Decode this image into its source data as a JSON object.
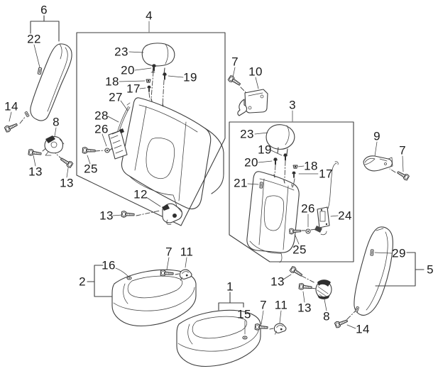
{
  "diagram": {
    "type": "exploded-parts-diagram",
    "colors": {
      "background": "#ffffff",
      "line": "#3d3d3d",
      "label": "#1b1b1b"
    },
    "callouts": [
      {
        "label": "6"
      },
      {
        "label": "22"
      },
      {
        "label": "14"
      },
      {
        "label": "8"
      },
      {
        "label": "13"
      },
      {
        "label": "13"
      },
      {
        "label": "4"
      },
      {
        "label": "23"
      },
      {
        "label": "20"
      },
      {
        "label": "18"
      },
      {
        "label": "19"
      },
      {
        "label": "17"
      },
      {
        "label": "27"
      },
      {
        "label": "28"
      },
      {
        "label": "26"
      },
      {
        "label": "25"
      },
      {
        "label": "12"
      },
      {
        "label": "13"
      },
      {
        "label": "7"
      },
      {
        "label": "10"
      },
      {
        "label": "3"
      },
      {
        "label": "23"
      },
      {
        "label": "19"
      },
      {
        "label": "20"
      },
      {
        "label": "18"
      },
      {
        "label": "17"
      },
      {
        "label": "21"
      },
      {
        "label": "26"
      },
      {
        "label": "24"
      },
      {
        "label": "25"
      },
      {
        "label": "9"
      },
      {
        "label": "7"
      },
      {
        "label": "2"
      },
      {
        "label": "16"
      },
      {
        "label": "7"
      },
      {
        "label": "11"
      },
      {
        "label": "1"
      },
      {
        "label": "15"
      },
      {
        "label": "7"
      },
      {
        "label": "11"
      },
      {
        "label": "13"
      },
      {
        "label": "13"
      },
      {
        "label": "8"
      },
      {
        "label": "14"
      },
      {
        "label": "29"
      },
      {
        "label": "5"
      }
    ]
  }
}
